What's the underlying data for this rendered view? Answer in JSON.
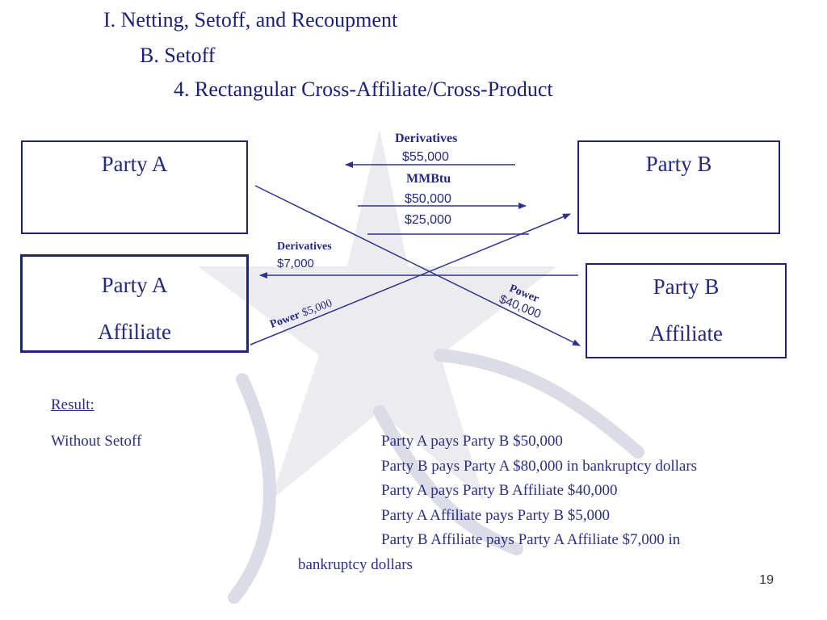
{
  "heading": {
    "level1": "I.  Netting, Setoff, and Recoupment",
    "level2": "B. Setoff",
    "level3": "4.  Rectangular Cross-Affiliate/Cross-Product"
  },
  "parties": {
    "party_a": "Party A",
    "party_b": "Party B",
    "party_a_affiliate_line1": "Party A",
    "party_a_affiliate_line2": "Affiliate",
    "party_b_affiliate_line1": "Party B",
    "party_b_affiliate_line2": "Affiliate"
  },
  "flows": {
    "derivatives_top_label": "Derivatives",
    "derivatives_top_amount": "$55,000",
    "mmbtu_label": "MMBtu",
    "mmbtu_amount": "$50,000",
    "amount_25000": "$25,000",
    "derivatives_mid_label": "Derivatives",
    "derivatives_mid_amount": "$7,000",
    "power_right_label": "Power",
    "power_right_amount": "$40,000",
    "power_left_label": "Power",
    "power_left_amount": "$5,000"
  },
  "result": {
    "heading": "Result:",
    "without_setoff": "Without Setoff",
    "lines": [
      "Party A pays Party B $50,000",
      "Party B pays Party A $80,000 in bankruptcy dollars",
      "Party A pays Party B Affiliate $40,000",
      "Party A Affiliate pays Party B $5,000",
      "Party B Affiliate pays Party A Affiliate $7,000 in"
    ],
    "wrap_line": "bankruptcy dollars"
  },
  "page_number": "19",
  "colors": {
    "text": "#2b2f86",
    "line": "#2e3190",
    "watermark": "#e6e6ec"
  }
}
